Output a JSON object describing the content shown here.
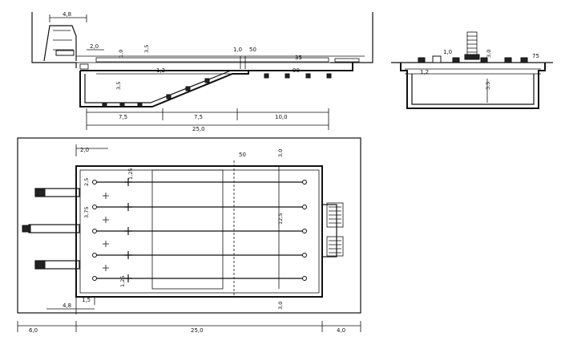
{
  "side_section": {
    "labels": {
      "top_width": "4,8",
      "step": "2,0",
      "lip": "1,0",
      "height_a": "3,5",
      "gap": "1,0",
      "gap2": "50",
      "deck": "35",
      "floor": "1,2",
      "rib": "90",
      "depth": "3,5",
      "seg_a": "7,5",
      "seg_b": "7,5",
      "seg_c": "10,0",
      "total": "25,0"
    }
  },
  "cross_section": {
    "labels": {
      "lip": "1,0",
      "height": "3,0",
      "edge": "75",
      "floor": "1,2",
      "depth": "3,5"
    }
  },
  "plan_view": {
    "labels": {
      "left_offset": "2,0",
      "notch": "50",
      "top_margin": "3,0",
      "bottom_margin": "3,0",
      "row_span": "12,5",
      "pitch": "2,5",
      "pitch_big": "3,75",
      "end_a": "1,25",
      "end_b": "1,25",
      "foot_a": "1,5",
      "foot_b": "4,8",
      "left_total": "6,0",
      "total": "25,0",
      "right_total": "4,0"
    }
  }
}
